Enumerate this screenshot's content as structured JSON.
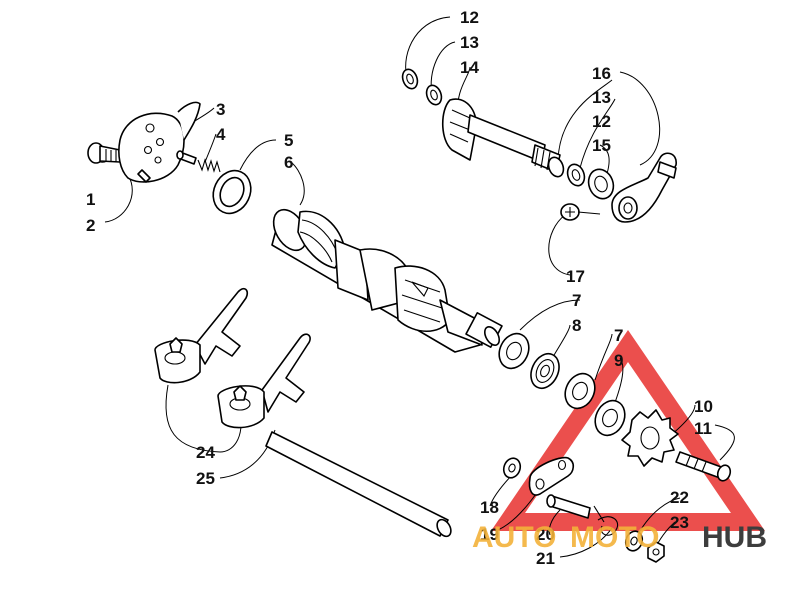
{
  "callouts": [
    "1",
    "2",
    "3",
    "4",
    "5",
    "6",
    "7",
    "8",
    "7",
    "9",
    "10",
    "11",
    "12",
    "13",
    "14",
    "16",
    "13",
    "12",
    "15",
    "17",
    "18",
    "19",
    "20",
    "21",
    "22",
    "23",
    "24",
    "25"
  ],
  "watermark": {
    "brand_a": "AUTO",
    "brand_b": "MOTO",
    "brand_c": "HUB",
    "color_primary": "#e8302e",
    "color_secondary": "#f3b23a",
    "color_dark": "#3d3d3d"
  }
}
